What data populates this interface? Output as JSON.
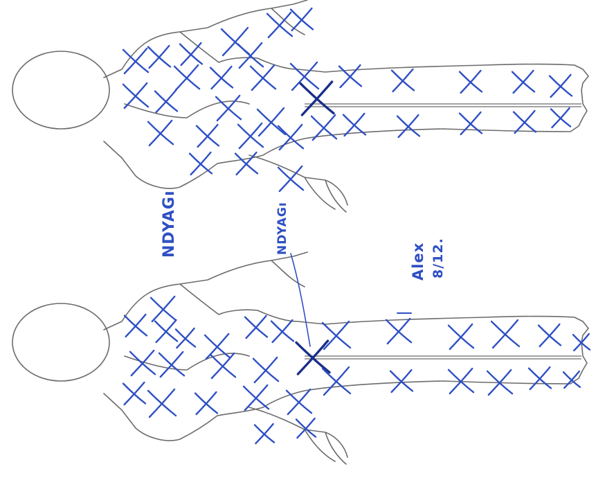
{
  "ink_color": "#2e4fc4",
  "ink_dark_color": "#1a2e8a",
  "annotations": {
    "front_label_arm": "NDYAGı",
    "front_label_chest": "NDYAGı",
    "front_label_legs_line1": "Alex",
    "front_label_legs_line2": "8/12."
  }
}
